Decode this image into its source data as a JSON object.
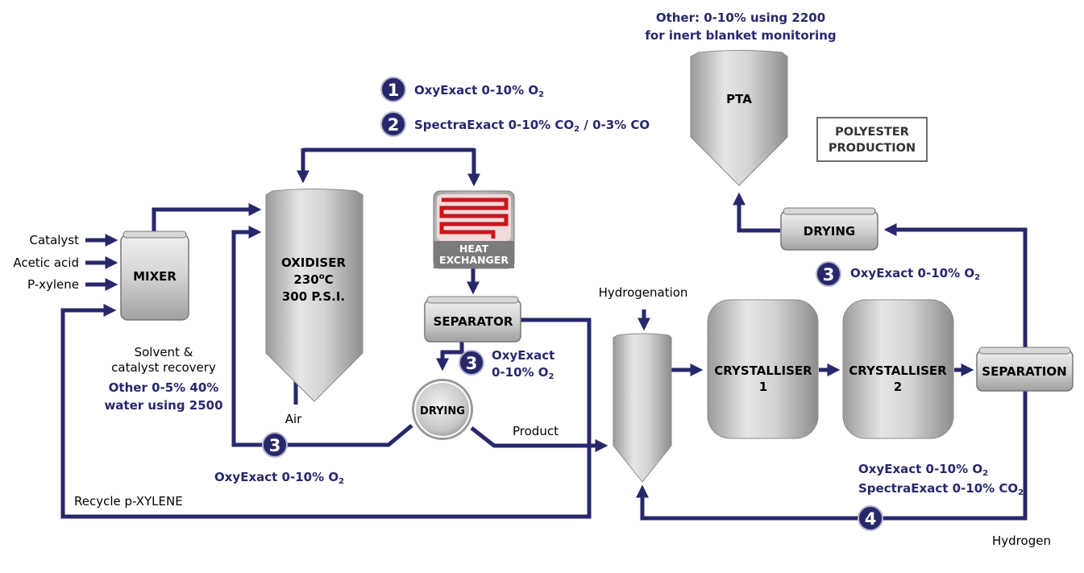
{
  "colors": {
    "flow": "#27286b",
    "callout_text": "#27286b",
    "vessel_fill": "#c8c8c8",
    "heater_red": "#c8161d",
    "box_border": "#6e6e6e"
  },
  "inputs": {
    "catalyst": "Catalyst",
    "acetic_acid": "Acetic acid",
    "p_xylene": "P-xylene"
  },
  "units": {
    "mixer": "MIXER",
    "oxidiser": [
      "OXIDISER",
      "230",
      "o",
      "C",
      "300 P.S.I."
    ],
    "heat_exchanger": [
      "HEAT",
      "EXCHANGER"
    ],
    "separator": "SEPARATOR",
    "drying_round": "DRYING",
    "crystalliser_1": [
      "CRYSTALLISER",
      "1"
    ],
    "crystalliser_2": [
      "CRYSTALLISER",
      "2"
    ],
    "separation": "SEPARATION",
    "drying_right": "DRYING",
    "pta": "PTA",
    "polyester": [
      "POLYESTER",
      "PRODUCTION"
    ]
  },
  "labels": {
    "air": "Air",
    "product": "Product",
    "hydrogenation": "Hydrogenation",
    "hydrogen": "Hydrogen",
    "recycle": "Recycle p-XYLENE",
    "solvent": [
      "Solvent &",
      "catalyst recovery"
    ],
    "solvent_other": [
      "Other 0-5% 40%",
      "water using 2500"
    ],
    "pta_other": [
      "Other: 0-10% using 2200",
      "for inert blanket monitoring"
    ]
  },
  "callouts": {
    "c1": {
      "num": "1",
      "text": "OxyExact 0-10% O",
      "sub": "2"
    },
    "c2": {
      "num": "2",
      "text_a": "SpectraExact 0-10% CO",
      "sub_a": "2",
      "text_b": " / 0-3% CO"
    },
    "c3_separator": {
      "num": "3",
      "line1": "OxyExact",
      "line2": "0-10% O",
      "sub": "2"
    },
    "c3_bottom": {
      "num": "3",
      "text": "OxyExact 0-10% O",
      "sub": "2"
    },
    "c3_right": {
      "num": "3",
      "text": "OxyExact 0-10% O",
      "sub": "2"
    },
    "c4": {
      "num": "4",
      "line1": "OxyExact 0-10% O",
      "sub1": "2",
      "line2": "SpectraExact 0-10% CO",
      "sub2": "2"
    }
  }
}
